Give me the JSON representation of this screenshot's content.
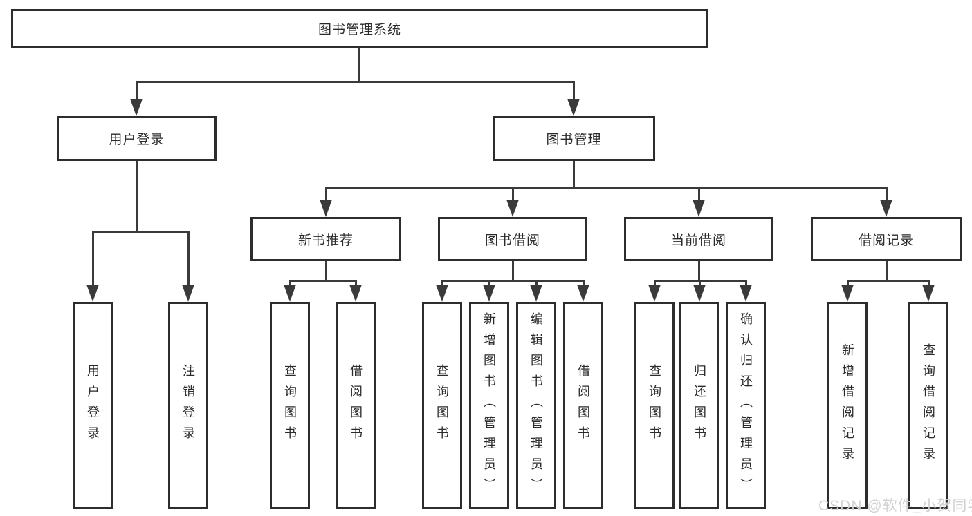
{
  "tree": {
    "root_label": "图书管理系统",
    "level2": [
      {
        "label": "用户登录",
        "children": [
          "用户登录",
          "注销登录"
        ]
      },
      {
        "label": "图书管理",
        "children_groups": [
          {
            "label": "新书推荐",
            "children": [
              "查询图书",
              "借阅图书"
            ]
          },
          {
            "label": "图书借阅",
            "children": [
              "查询图书",
              "新增图书（管理员）",
              "编辑图书（管理员）",
              "借阅图书"
            ]
          },
          {
            "label": "当前借阅",
            "children": [
              "查询图书",
              "归还图书",
              "确认归还（管理员）"
            ]
          },
          {
            "label": "借阅记录",
            "children": [
              "新增借阅记录",
              "查询借阅记录"
            ]
          }
        ]
      }
    ]
  },
  "watermark": {
    "text": "CSDN @软件_小贺同学"
  },
  "colors": {
    "line": "#3a3a3a",
    "border": "#2d2d2d",
    "text": "#2b2b2b",
    "watermark": "#d2d2d2",
    "background": "#ffffff"
  }
}
